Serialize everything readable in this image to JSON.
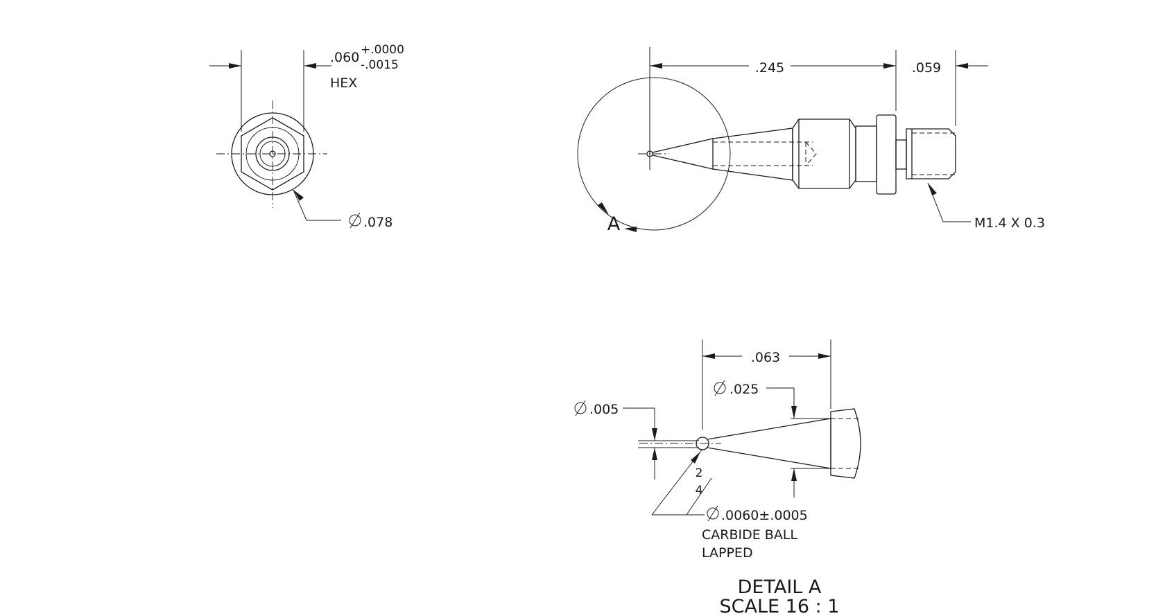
{
  "end_view": {
    "hex_size": ".060",
    "tol_plus": "+.0000",
    "tol_minus": "-.0015",
    "hex_label": "HEX",
    "bore_dia": ".078"
  },
  "side_view": {
    "length_dim": ".245",
    "thread_len_dim": ".059",
    "thread_callout": "M1.4 X 0.3",
    "detail_ref": "A"
  },
  "detail": {
    "tip_len_dim": ".063",
    "base_dia": ".025",
    "tip_dia": ".005",
    "surface_finish_top": "2",
    "surface_finish_bottom": "4",
    "ball_dia": ".0060±.0005",
    "ball_note_1": "CARBIDE BALL",
    "ball_note_2": "LAPPED",
    "title": "DETAIL A",
    "scale": "SCALE 16 : 1"
  },
  "symbols": {
    "diameter": "diameter-symbol-icon"
  },
  "colors": {
    "line": "#1a1a1a",
    "background": "#ffffff"
  }
}
